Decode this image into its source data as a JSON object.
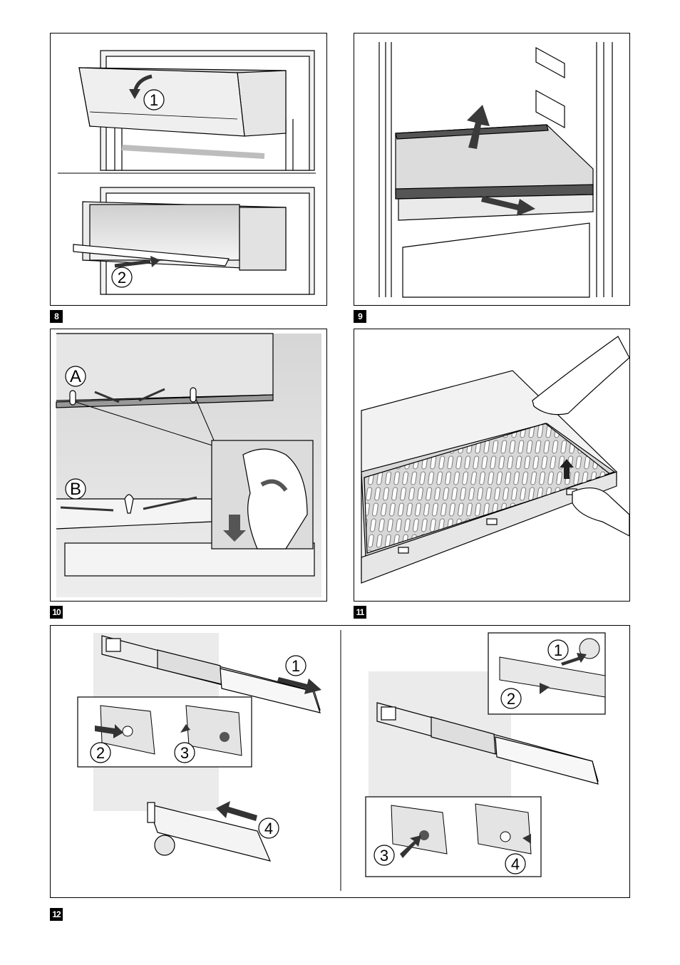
{
  "figures": [
    {
      "id": "fig8",
      "label": "8",
      "steps": [
        "1",
        "2"
      ]
    },
    {
      "id": "fig9",
      "label": "9",
      "steps": []
    },
    {
      "id": "fig10",
      "label": "10",
      "steps": [
        "A",
        "B"
      ]
    },
    {
      "id": "fig11",
      "label": "11",
      "steps": []
    },
    {
      "id": "fig12",
      "label": "12",
      "steps": [
        "1",
        "2",
        "3",
        "4",
        "1",
        "2",
        "3",
        "4"
      ]
    }
  ],
  "colors": {
    "line": "#000000",
    "shade": "#d9d9d9",
    "arrow": "#3a3a3a"
  }
}
